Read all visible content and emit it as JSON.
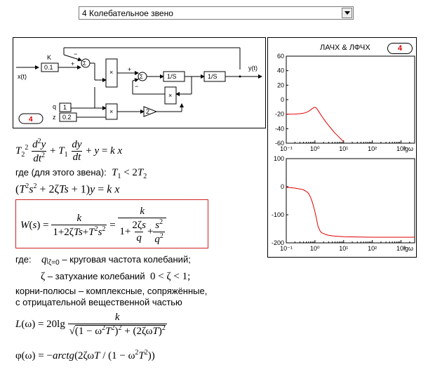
{
  "header": {
    "selector_value": "4 Колебательное звено"
  },
  "scheme": {
    "k_label": "K",
    "k_value": "0.1",
    "q_label": "q",
    "q_value": "1",
    "z_label": "z",
    "z_value": "0.2",
    "input_label": "x(t)",
    "output_label": "y(t)",
    "integrator_1": "1/S",
    "integrator_2": "1/S",
    "gain_2": "2",
    "sum_symbol": "Σ",
    "mult_symbol": "×",
    "plus": "+",
    "minus": "−",
    "badge": "4"
  },
  "plots": {
    "title": "ЛАЧХ & ЛФЧХ",
    "badge": "4",
    "x_axis_label": "lgω",
    "x_ticks": [
      "10⁻¹",
      "10⁰",
      "10¹",
      "10²",
      "10³"
    ],
    "amp_y_ticks": [
      "60",
      "40",
      "20",
      "0",
      "-20",
      "-40",
      "-60"
    ],
    "phase_y_ticks": [
      "100",
      "0",
      "-100",
      "-200"
    ],
    "curve_color": "#e00000"
  },
  "chart_data": [
    {
      "type": "line",
      "title": "ЛАЧХ",
      "xlabel": "lgω",
      "ylabel": "",
      "xscale": "log",
      "xlim": [
        0.1,
        3000
      ],
      "ylim": [
        -60,
        60
      ],
      "grid": false,
      "series": [
        {
          "x": [
            0.1,
            0.2,
            0.3,
            0.4,
            0.5,
            0.6,
            0.7,
            0.8,
            0.9,
            1.0,
            1.1,
            1.2,
            1.3,
            1.5,
            1.7,
            2.0,
            2.5,
            3,
            4,
            5,
            6,
            7,
            8,
            10
          ],
          "y": [
            -20,
            -19.8,
            -19.4,
            -18.7,
            -17.6,
            -16.1,
            -14.3,
            -12.4,
            -11.0,
            -10.5,
            -11.3,
            -13.1,
            -15.2,
            -19.1,
            -22.4,
            -26.4,
            -31.6,
            -35.6,
            -41.6,
            -46.2,
            -49.2,
            -52.0,
            -54.2,
            -58.0
          ]
        }
      ]
    },
    {
      "type": "line",
      "title": "ЛФЧХ",
      "xlabel": "lgω",
      "ylabel": "",
      "xscale": "log",
      "xlim": [
        0.1,
        3000
      ],
      "ylim": [
        -200,
        100
      ],
      "grid": false,
      "series": [
        {
          "x": [
            0.1,
            0.2,
            0.3,
            0.4,
            0.5,
            0.6,
            0.7,
            0.8,
            0.9,
            1.0,
            1.1,
            1.2,
            1.3,
            1.5,
            1.7,
            2.0,
            2.5,
            3,
            4,
            5,
            10,
            30,
            100,
            300,
            1000,
            3000
          ],
          "y": [
            -2,
            -5,
            -8,
            -11,
            -17,
            -24,
            -37,
            -53,
            -71,
            -90,
            -108,
            -127,
            -143,
            -157,
            -164,
            -167,
            -171,
            -173,
            -175,
            -176,
            -178,
            -179,
            -180,
            -180,
            -180,
            -180
          ]
        }
      ]
    }
  ],
  "formulas": {
    "where_link": "где (для этого звена):",
    "where_q": "где:",
    "q_desc": "– круговая частота колебаний;",
    "zeta_desc": "– затухание колебаний",
    "poles_line1": "корни-полюсы – комплексные, сопряжённые,",
    "poles_line2": "с отрицательной вещественной частью"
  }
}
